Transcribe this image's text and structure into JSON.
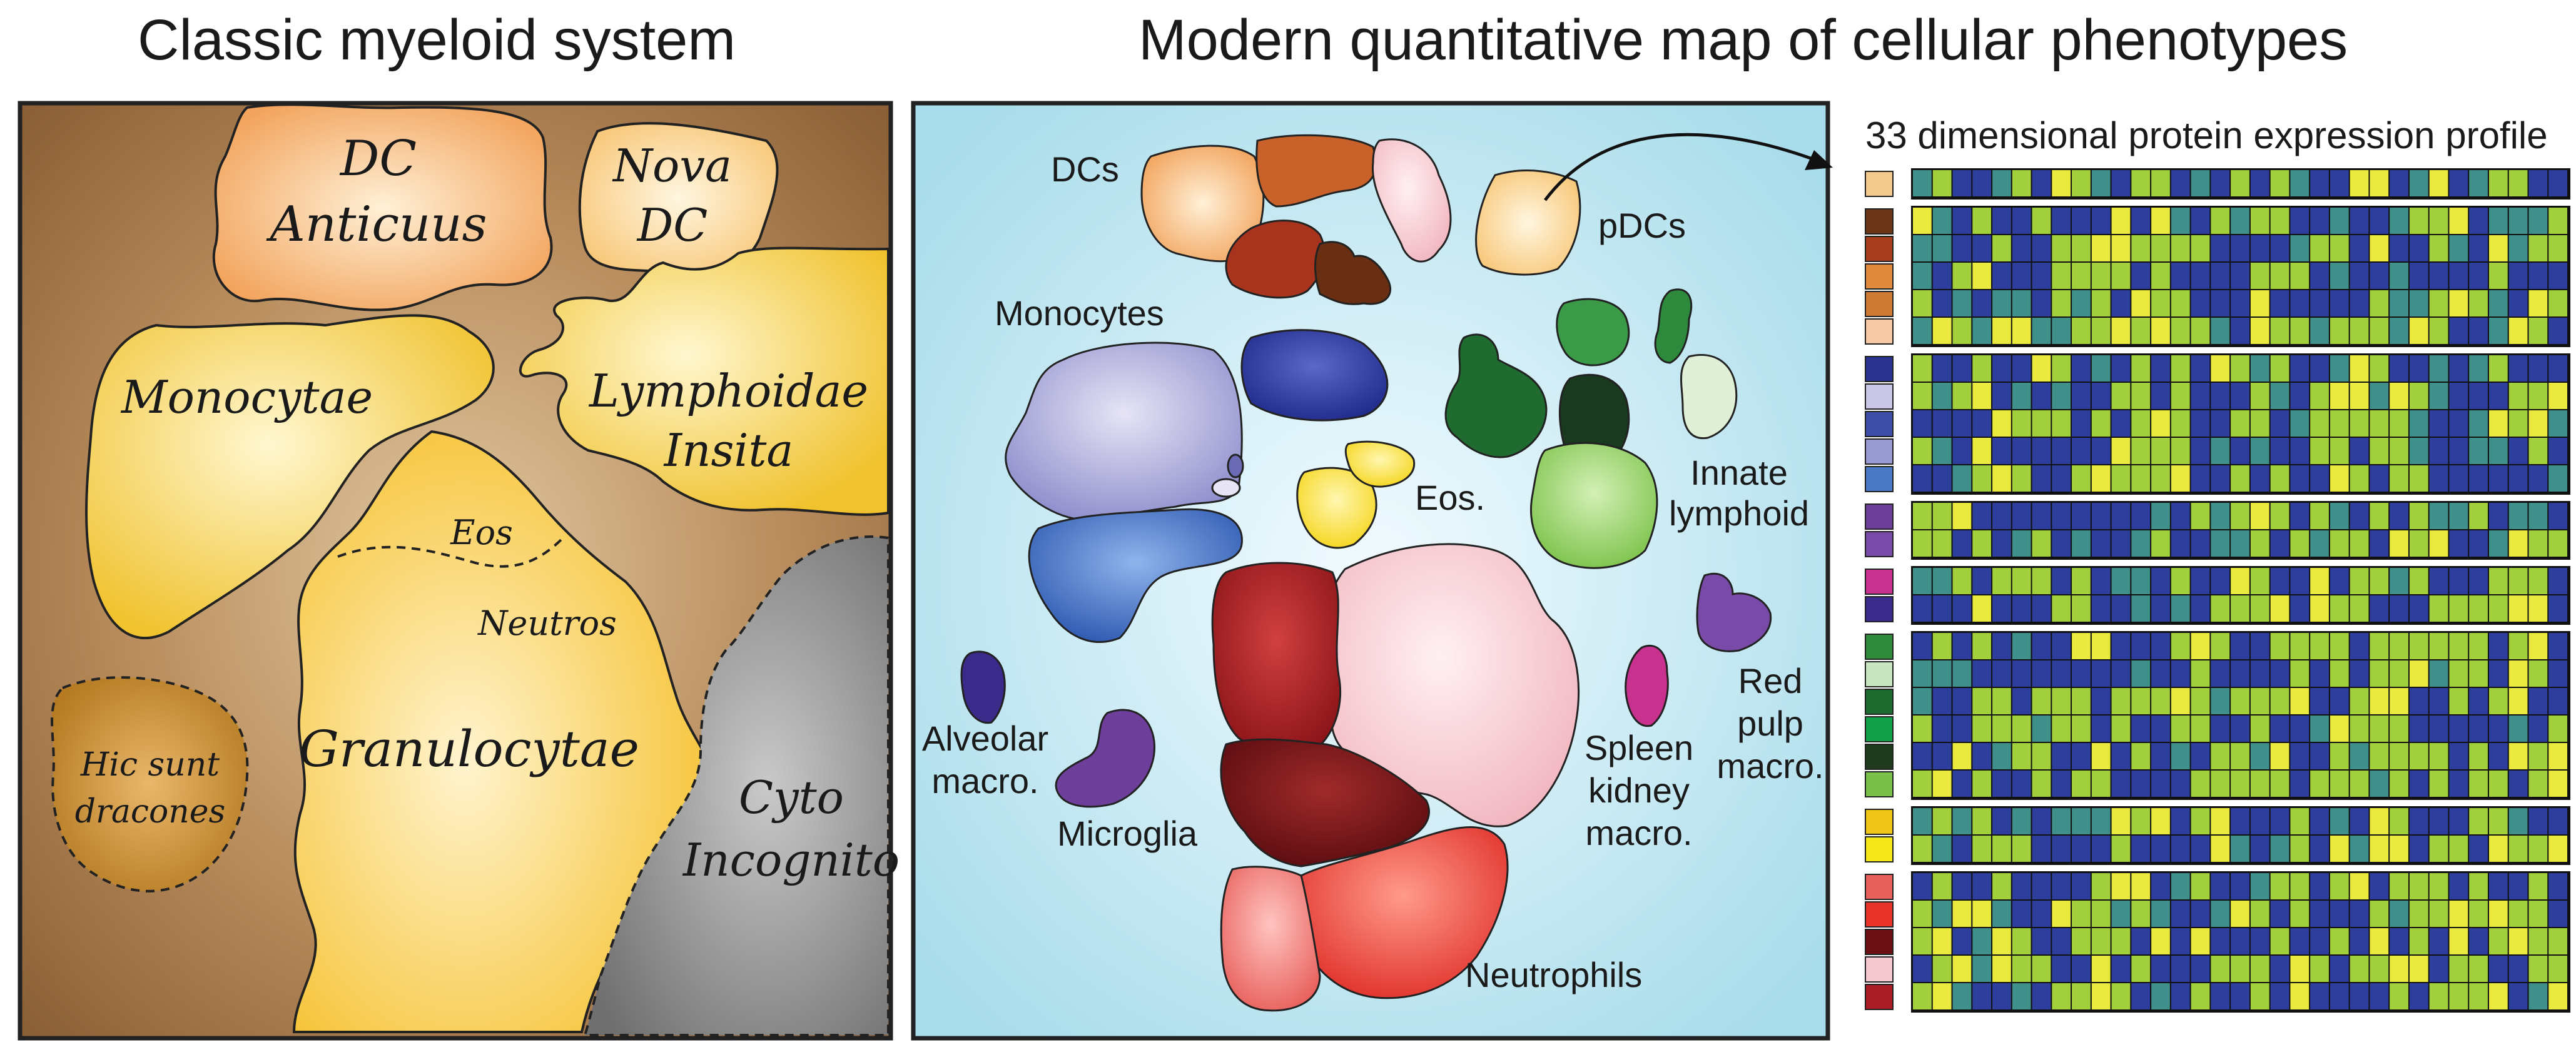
{
  "titles": {
    "left": "Classic myeloid system",
    "right": "Modern quantitative map of cellular phenotypes",
    "heatmap": "33 dimensional protein expression profile"
  },
  "classic_map": {
    "dc_anticuus": [
      "DC",
      "Anticuus"
    ],
    "nova_dc": [
      "Nova",
      "DC"
    ],
    "monocytae": "Monocytae",
    "lymphoidae": [
      "Lymphoidae",
      "Insita"
    ],
    "eos": "Eos",
    "neutros": "Neutros",
    "granulocytae": "Granulocytae",
    "hic_sunt": [
      "Hic sunt",
      "dracones"
    ],
    "cyto": [
      "Cyto",
      "Incognito"
    ]
  },
  "modern_map": {
    "dcs": "DCs",
    "pdcs": "pDCs",
    "monocytes": "Monocytes",
    "eos": "Eos.",
    "innate": [
      "Innate",
      "lymphoid"
    ],
    "alveolar": [
      "Alveolar",
      "macro."
    ],
    "microglia": "Microglia",
    "spleen": [
      "Spleen",
      "kidney",
      "macro."
    ],
    "red_pulp": [
      "Red",
      "pulp",
      "macro."
    ],
    "neutrophils": "Neutrophils"
  },
  "colors": {
    "heat_low": "#2e3e9c",
    "heat_mid": "#3f8f8a",
    "heat_high": "#a2cf3c",
    "heat_top": "#e9ea3d"
  },
  "heatmap_groups": [
    {
      "swatches": [
        "#f3c98c"
      ]
    },
    {
      "swatches": [
        "#6b3518",
        "#a63d1d",
        "#e08a3d",
        "#cf7a35",
        "#f6c9a6"
      ]
    },
    {
      "swatches": [
        "#2a3490",
        "#c9c6e8",
        "#3d4ea8",
        "#9a9ad2",
        "#4a78c4"
      ]
    },
    {
      "swatches": [
        "#6e3f9a",
        "#7a4aa8"
      ]
    },
    {
      "swatches": [
        "#c9318f",
        "#3a2a8a"
      ]
    },
    {
      "swatches": [
        "#2f8a3c",
        "#c8e6c2",
        "#1e6b30",
        "#12a04a",
        "#1f3a1f",
        "#79c04a"
      ]
    },
    {
      "swatches": [
        "#f0c419",
        "#f4e81a"
      ]
    },
    {
      "swatches": [
        "#e8605c",
        "#e8332a",
        "#6b0f12",
        "#f6c9d0",
        "#a81d26"
      ]
    }
  ]
}
